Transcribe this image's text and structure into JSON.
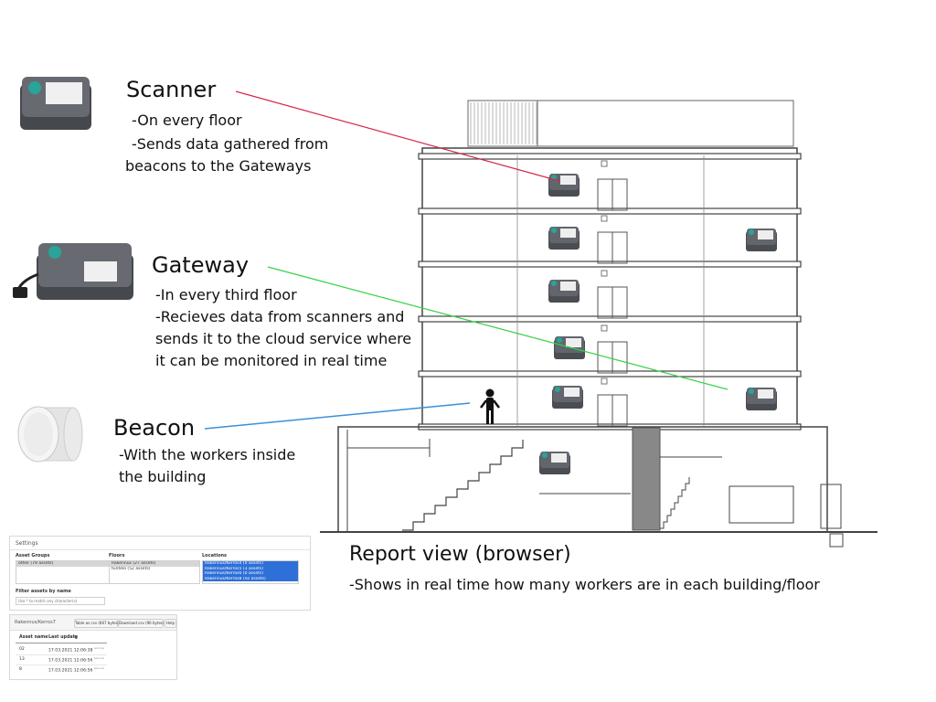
{
  "labels": {
    "scanner": {
      "title": "Scanner",
      "lines": [
        "-On every floor",
        "-Sends data gathered from",
        "beacons to the Gateways"
      ]
    },
    "gateway": {
      "title": "Gateway",
      "lines": [
        "-In every third floor",
        "-Recieves data from scanners and",
        "sends it to the cloud service where",
        "it can be monitored in real time"
      ]
    },
    "beacon": {
      "title": "Beacon",
      "lines": [
        "-With the workers inside",
        "the building"
      ]
    },
    "report": {
      "title": "Report view (browser)",
      "lines": [
        "-Shows in real time how many workers are in each building/floor"
      ]
    }
  },
  "connector_colors": {
    "scanner": "#d6284a",
    "gateway": "#34d246",
    "beacon": "#3b8fd9"
  },
  "report_panel": {
    "settings_title": "Settings",
    "asset_groups_label": "Asset Groups",
    "asset_groups": [
      "other (79 assets)"
    ],
    "floors_label": "Floors",
    "floors": [
      "Rakennus (27 assets)",
      "tuntelo (52 assets)"
    ],
    "locations_label": "Locations",
    "locations": [
      "Rakennus/Kerros4 (0 assets)",
      "Rakennus/Kerros5 (3 assets)",
      "Rakennus/Kerros6 (0 assets)",
      "Rakennus/Kerros8 (no assets)"
    ],
    "filter_label": "Filter assets by name",
    "filter_placeholder": "Use * to match any character(s)"
  },
  "report_table": {
    "tab": "Rakennus/Kerros7",
    "buttons": [
      "Table as csv (667 bytes)",
      "Download csv (96 bytes)",
      "Help"
    ],
    "columns": [
      "Asset name",
      "Last update"
    ],
    "rows": [
      {
        "name": "02",
        "time": "17.03.2021 12:06:38",
        "suffix": "just now"
      },
      {
        "name": "13",
        "time": "17.03.2021 12:06:56",
        "suffix": "just now"
      },
      {
        "name": "8",
        "time": "17.03.2021 12:06:56",
        "suffix": "just now"
      }
    ]
  }
}
